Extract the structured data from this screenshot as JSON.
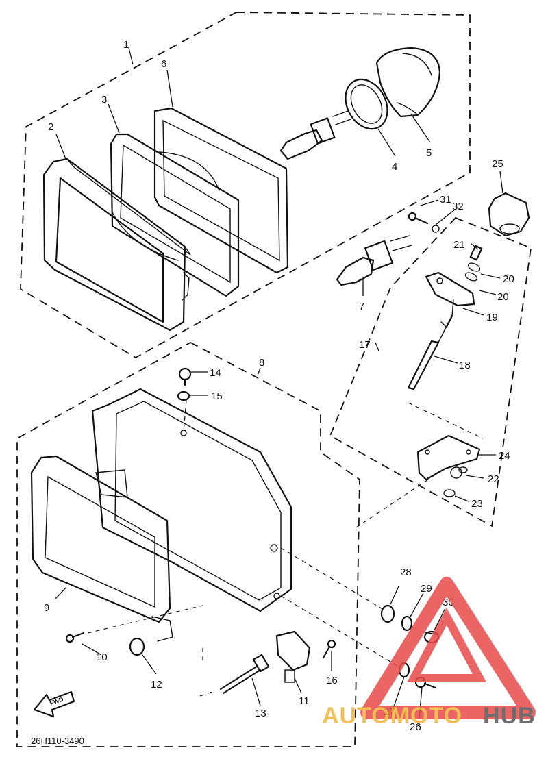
{
  "diagram": {
    "part_numbers": [
      "1",
      "2",
      "3",
      "4",
      "5",
      "6",
      "7",
      "8",
      "9",
      "10",
      "11",
      "12",
      "13",
      "14",
      "15",
      "16",
      "17",
      "18",
      "19",
      "20",
      "20",
      "21",
      "22",
      "23",
      "24",
      "25",
      "26",
      "27",
      "28",
      "29",
      "30",
      "31",
      "32"
    ],
    "diagram_code": "26H110-3490",
    "fwd_label": "FWD",
    "watermark": {
      "part1": "AUTOMOTO",
      "part2": "HUB"
    },
    "colors": {
      "line": "#111111",
      "watermark_red": "#e84b4b",
      "watermark_orange": "#f2b338",
      "watermark_gray": "#555555"
    }
  }
}
